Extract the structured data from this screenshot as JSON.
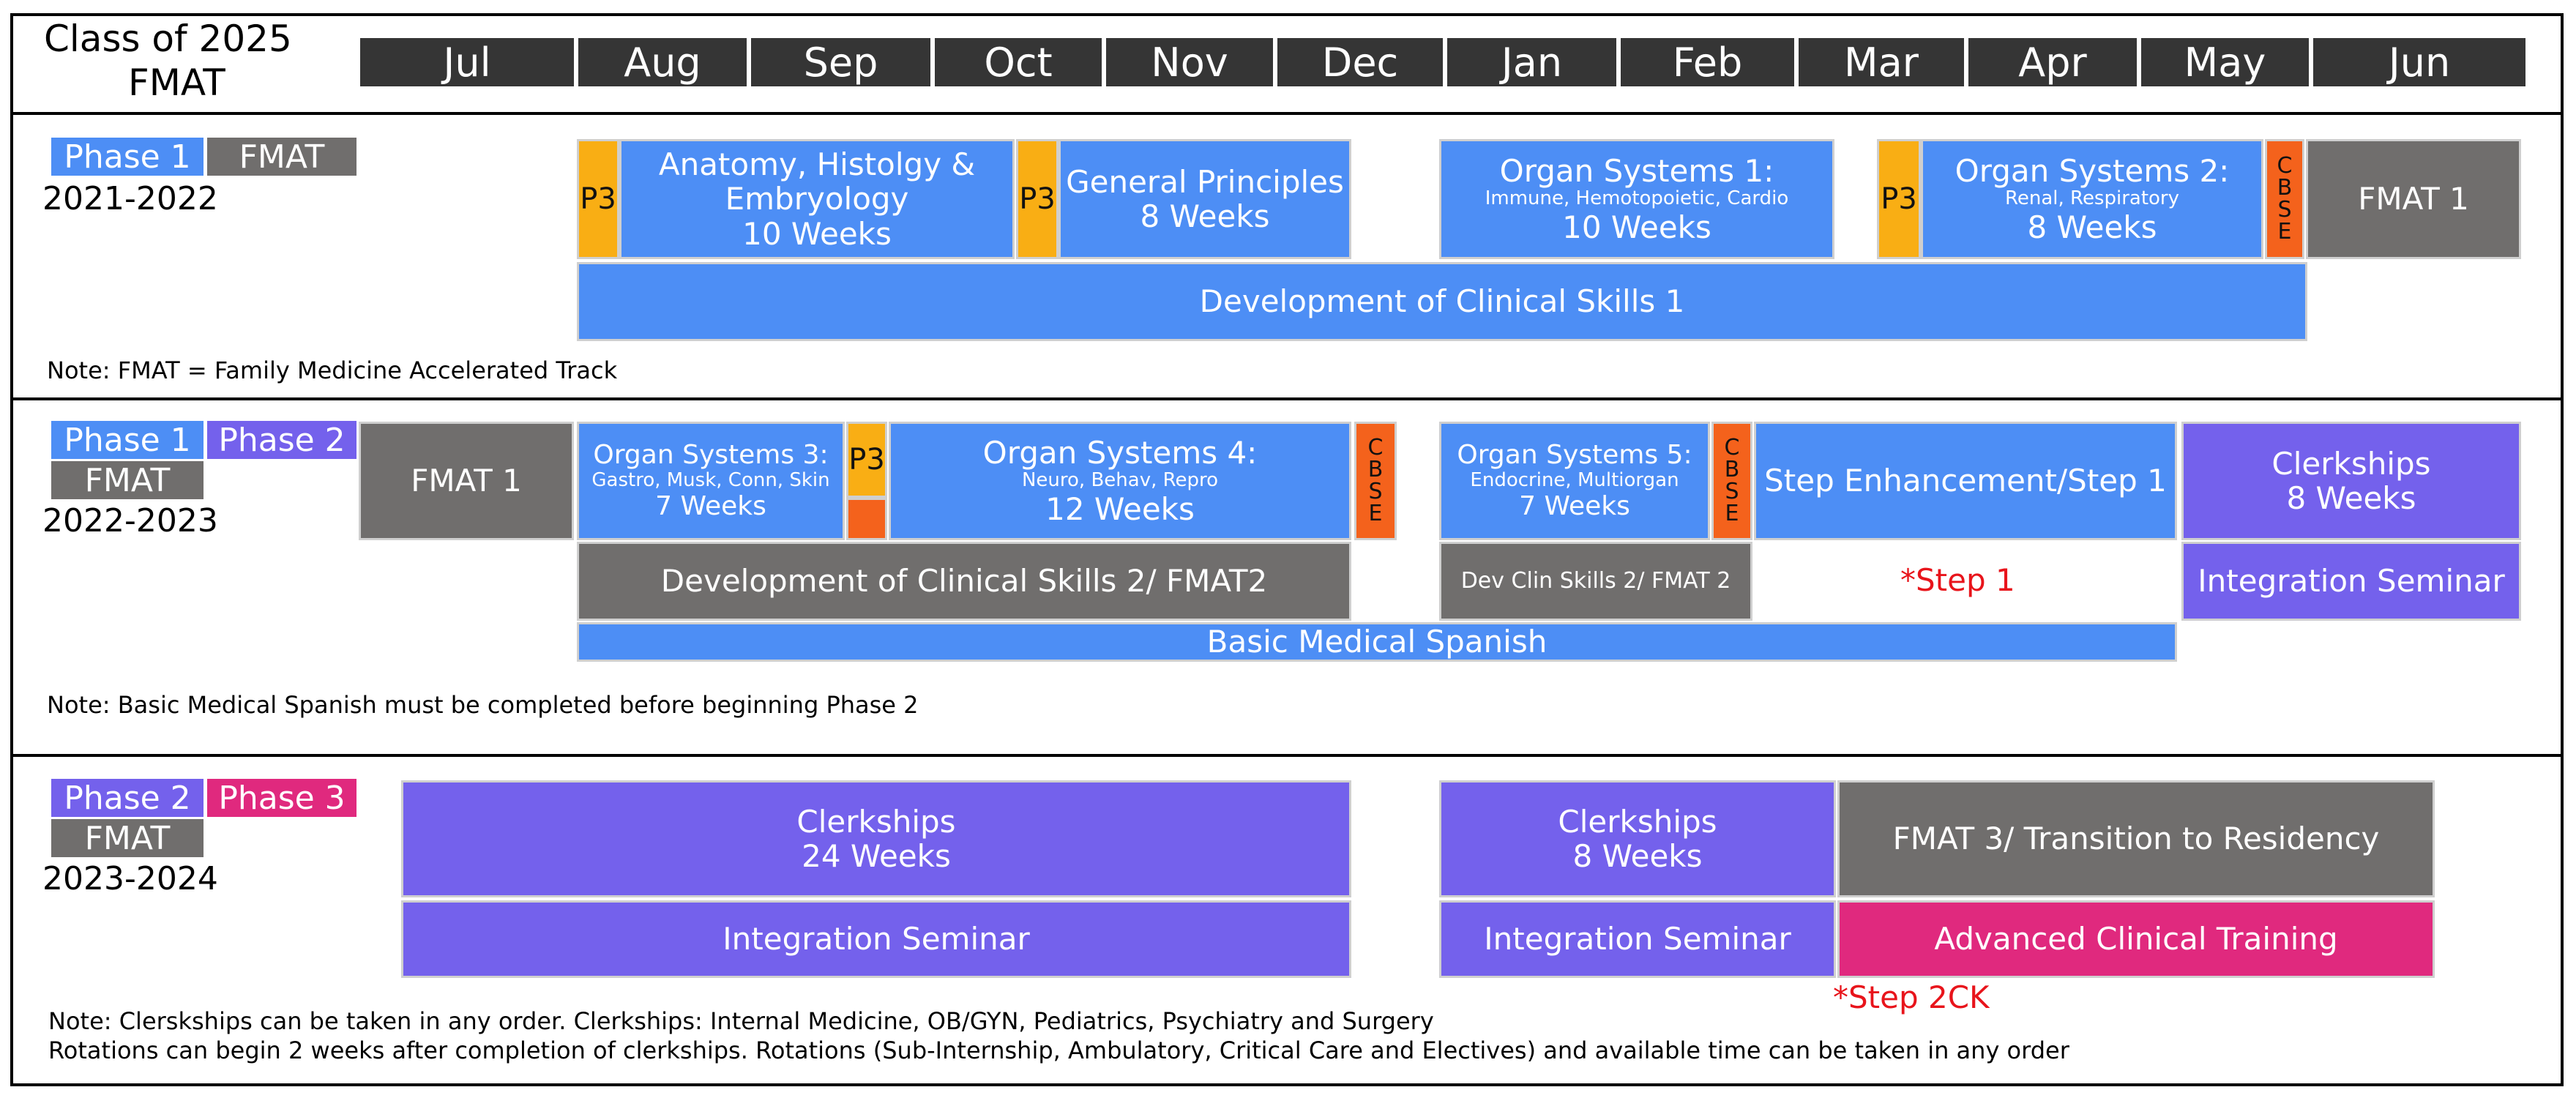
{
  "header": {
    "class_title": "Class of 2025",
    "track": "FMAT",
    "months": [
      "Jul",
      "Aug",
      "Sep",
      "Oct",
      "Nov",
      "Dec",
      "Jan",
      "Feb",
      "Mar",
      "Apr",
      "May",
      "Jun"
    ]
  },
  "year1": {
    "phase_tag": "Phase 1",
    "track_tag": "FMAT",
    "years": "2021-2022",
    "p3_a": "P3",
    "anatomy_title": "Anatomy, Histolgy &",
    "anatomy_title2": "Embryology",
    "anatomy_weeks": "10 Weeks",
    "p3_b": "P3",
    "gp_title": "General Principles",
    "gp_weeks": "8 Weeks",
    "os1_title": "Organ Systems 1:",
    "os1_sub": "Immune, Hemotopoietic, Cardio",
    "os1_weeks": "10 Weeks",
    "p3_c": "P3",
    "os2_title": "Organ Systems 2:",
    "os2_sub": "Renal, Respiratory",
    "os2_weeks": "8 Weeks",
    "cbse": [
      "C",
      "B",
      "S",
      "E"
    ],
    "fmat1": "FMAT 1",
    "dcs1": "Development of Clinical Skills 1",
    "note": "Note: FMAT = Family Medicine Accelerated Track"
  },
  "year2": {
    "phase1_tag": "Phase 1",
    "phase2_tag": "Phase 2",
    "track_tag": "FMAT",
    "years": "2022-2023",
    "fmat1": "FMAT 1",
    "os3_title": "Organ Systems 3:",
    "os3_sub": "Gastro, Musk, Conn, Skin",
    "os3_weeks": "7 Weeks",
    "p3": "P3",
    "os4_title": "Organ Systems 4:",
    "os4_sub": "Neuro, Behav, Repro",
    "os4_weeks": "12 Weeks",
    "cbse_a": [
      "C",
      "B",
      "S",
      "E"
    ],
    "os5_title": "Organ Systems 5:",
    "os5_sub": "Endocrine, Multiorgan",
    "os5_weeks": "7 Weeks",
    "cbse_b": [
      "C",
      "B",
      "S",
      "E"
    ],
    "step_enh": "Step Enhancement/Step 1",
    "clerk_title": "Clerkships",
    "clerk_weeks": "8 Weeks",
    "dcs2": "Development of Clinical Skills 2/ FMAT2",
    "dcs2_short": "Dev Clin Skills 2/ FMAT 2",
    "step1_note": "*Step 1",
    "integ": "Integration Seminar",
    "spanish": "Basic Medical Spanish",
    "note": "Note: Basic Medical Spanish must be completed before beginning Phase 2"
  },
  "year3": {
    "phase2_tag": "Phase 2",
    "phase3_tag": "Phase 3",
    "track_tag": "FMAT",
    "years": "2023-2024",
    "clerk_a_title": "Clerkships",
    "clerk_a_weeks": "24 Weeks",
    "integ_a": "Integration Seminar",
    "clerk_b_title": "Clerkships",
    "clerk_b_weeks": "8 Weeks",
    "integ_b": "Integration Seminar",
    "fmat3": "FMAT 3/ Transition to Residency",
    "act": "Advanced Clinical Training",
    "step2ck": "*Step 2CK",
    "note1": "Note: Clersk​ships can be taken in any order. Clerkships: Internal Medicine, OB/GYN, Pediatrics, Psychiatry and Surgery",
    "note2": "Rotations can begin 2 weeks after completion of clerkships. Rotations (Sub-Internship, Ambulatory, Critical Care and Electives) and available time can be taken in any order"
  },
  "colors": {
    "phase1_blue": "#4d8ef5",
    "phase2_purple": "#7461ec",
    "phase3_magenta": "#e0297e",
    "fmat_gray": "#706e6d",
    "p3_yellow": "#f9ae14",
    "cbse_orange": "#f4621c",
    "month_bar": "#353535",
    "step_red": "#e8141b"
  }
}
